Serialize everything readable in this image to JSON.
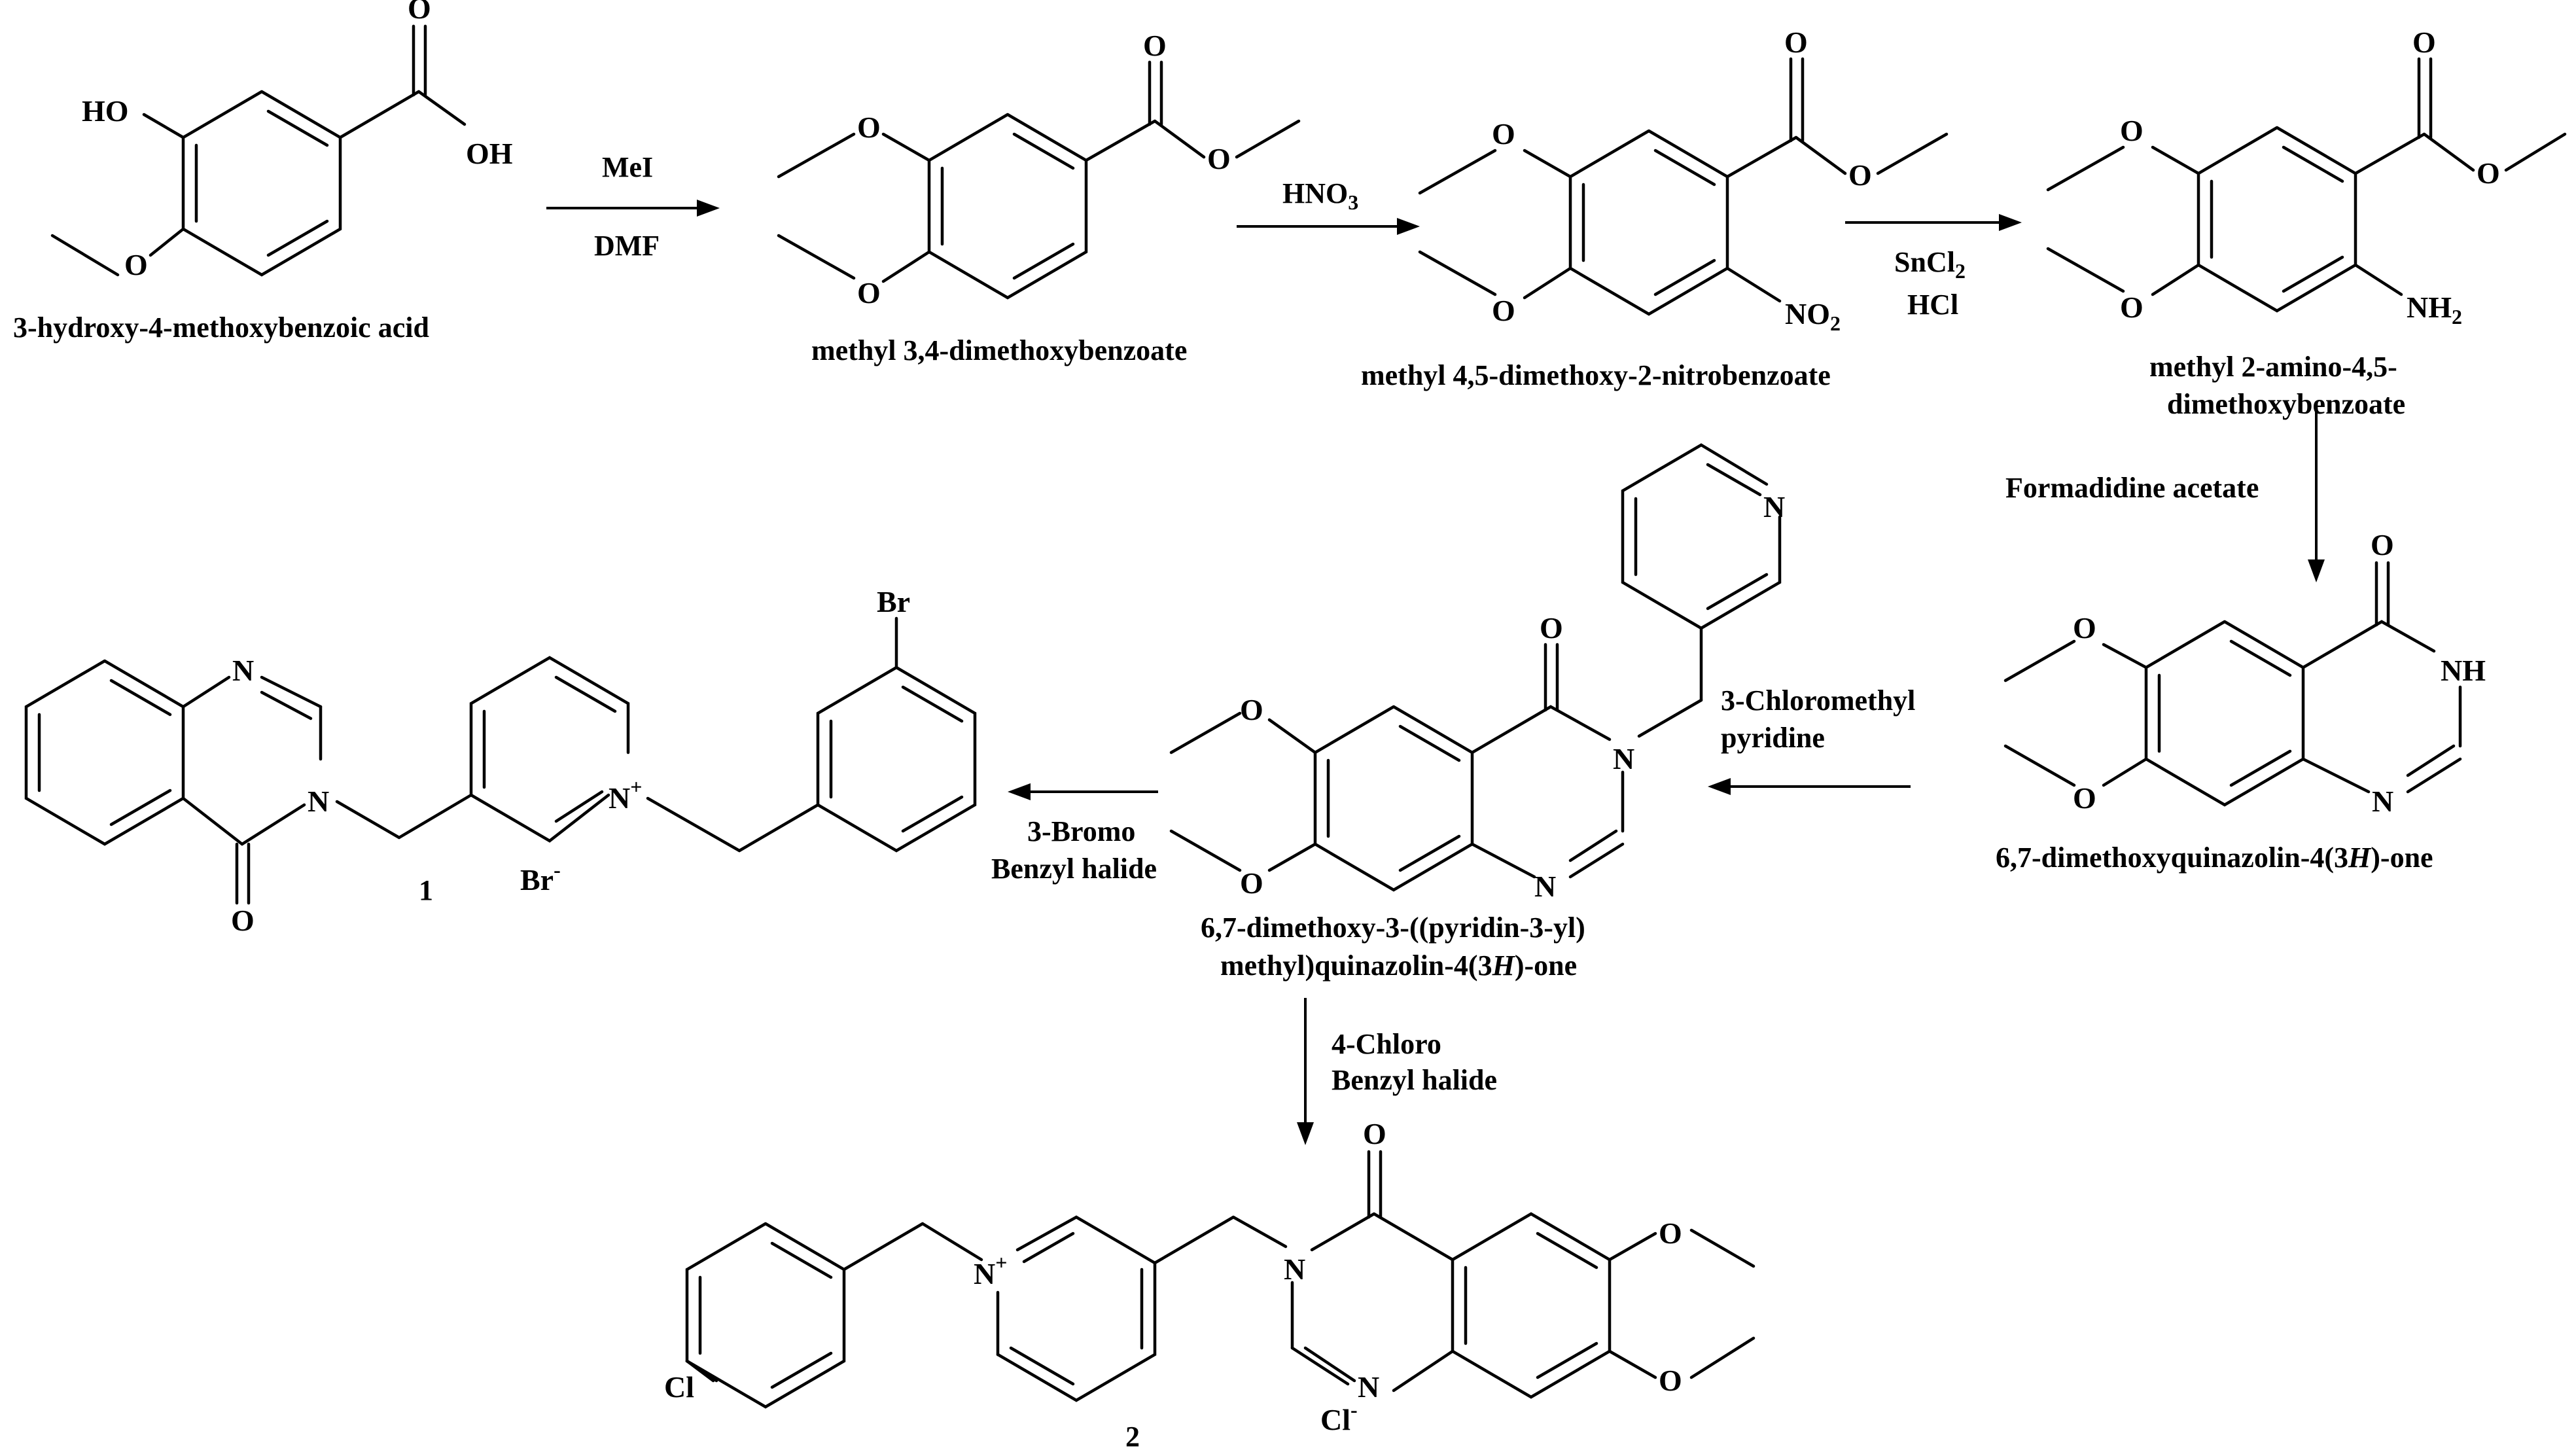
{
  "compounds": {
    "c1": {
      "name": "3-hydroxy-4-methoxybenzoic acid"
    },
    "c2": {
      "name": "methyl 3,4-dimethoxybenzoate"
    },
    "c3": {
      "name": "methyl 4,5-dimethoxy-2-nitrobenzoate"
    },
    "c4": {
      "name_line1": "methyl 2-amino-4,5-",
      "name_line2": "dimethoxybenzoate"
    },
    "c5": {
      "name_pre": "6,7-dimethoxyquinazolin-4(3",
      "name_ital": "H",
      "name_post": ")-one"
    },
    "c6": {
      "name_line1": "6,7-dimethoxy-3-((pyridin-3-yl)",
      "name_line2_pre": "methyl)quinazolin-4(3",
      "name_line2_ital": "H",
      "name_line2_post": ")-one"
    },
    "p1": {
      "number": "1",
      "counterion": "Br",
      "charge": "-"
    },
    "p2": {
      "number": "2",
      "counterion": "Cl",
      "charge": "-"
    }
  },
  "reagents": {
    "r1": {
      "top": "MeI",
      "bottom": "DMF"
    },
    "r2": {
      "top_main": "HNO",
      "top_sub": "3"
    },
    "r3": {
      "bottom1_main": "SnCl",
      "bottom1_sub": "2",
      "bottom2": "HCl"
    },
    "r4": {
      "label": "Formadidine acetate"
    },
    "r5": {
      "line1": "3-Chloromethyl",
      "line2": "pyridine"
    },
    "r6": {
      "line1": "3-Bromo",
      "line2": "Benzyl halide"
    },
    "r7": {
      "line1": "4-Chloro",
      "line2": "Benzyl halide"
    }
  },
  "atoms": {
    "O": "O",
    "N": "N",
    "H": "H",
    "HO": "HO",
    "OH": "OH",
    "NH": "NH",
    "NO": "NO",
    "NO_sub": "2",
    "NH2": "NH",
    "NH2_sub": "2",
    "Br": "Br",
    "Cl": "Cl",
    "plus": "+"
  }
}
